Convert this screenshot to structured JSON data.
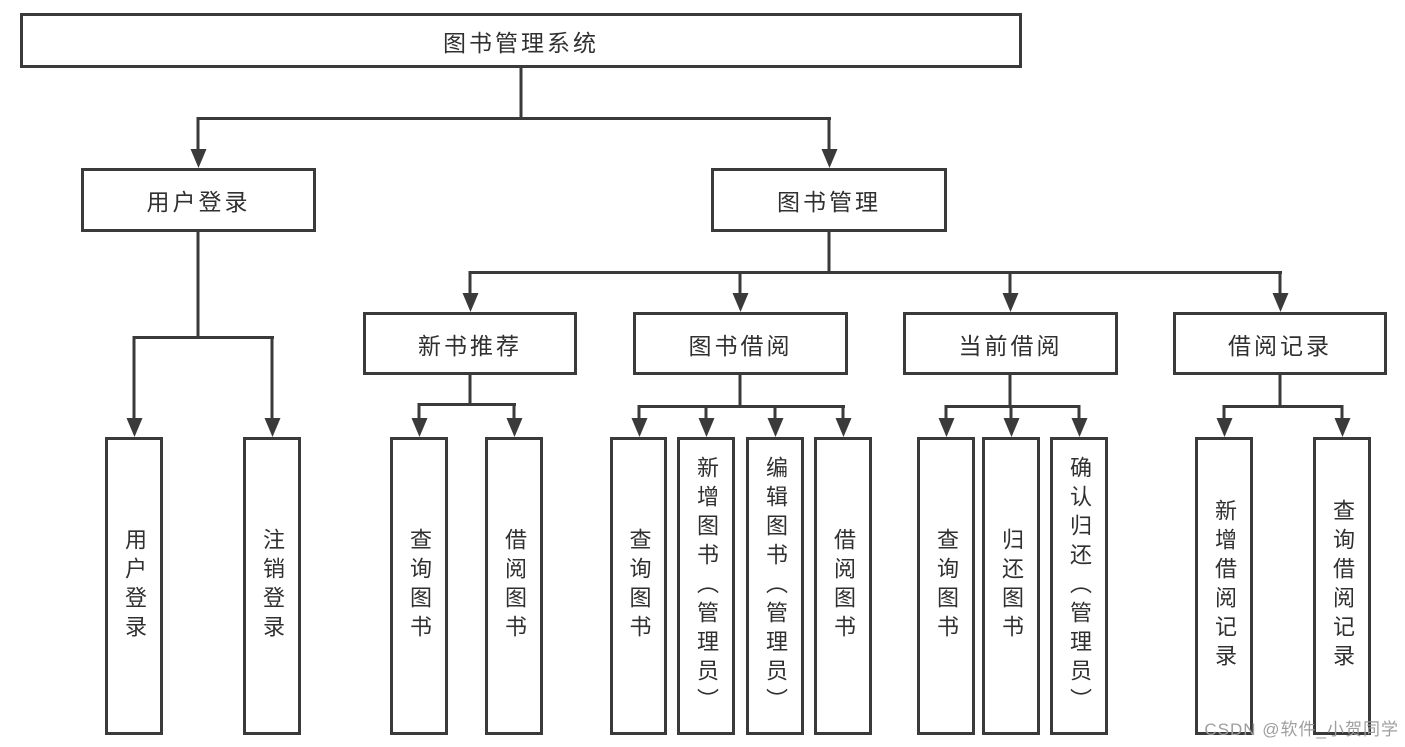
{
  "tree": {
    "label": "图书管理系统",
    "children": [
      {
        "label": "用户登录",
        "children": [
          {
            "label": "用户登录"
          },
          {
            "label": "注销登录"
          }
        ]
      },
      {
        "label": "图书管理",
        "children": [
          {
            "label": "新书推荐",
            "children": [
              {
                "label": "查询图书"
              },
              {
                "label": "借阅图书"
              }
            ]
          },
          {
            "label": "图书借阅",
            "children": [
              {
                "label": "查询图书"
              },
              {
                "label": "新增图书（管理员）"
              },
              {
                "label": "编辑图书（管理员）"
              },
              {
                "label": "借阅图书"
              }
            ]
          },
          {
            "label": "当前借阅",
            "children": [
              {
                "label": "查询图书"
              },
              {
                "label": "归还图书"
              },
              {
                "label": "确认归还（管理员）"
              }
            ]
          },
          {
            "label": "借阅记录",
            "children": [
              {
                "label": "新增借阅记录"
              },
              {
                "label": "查询借阅记录"
              }
            ]
          }
        ]
      }
    ]
  },
  "watermark": {
    "text": "CSDN @软件_小贺同学"
  },
  "colors": {
    "line": "#3a3a3a",
    "text": "#303030",
    "watermark": "#9e9e9e",
    "background": "#ffffff"
  }
}
